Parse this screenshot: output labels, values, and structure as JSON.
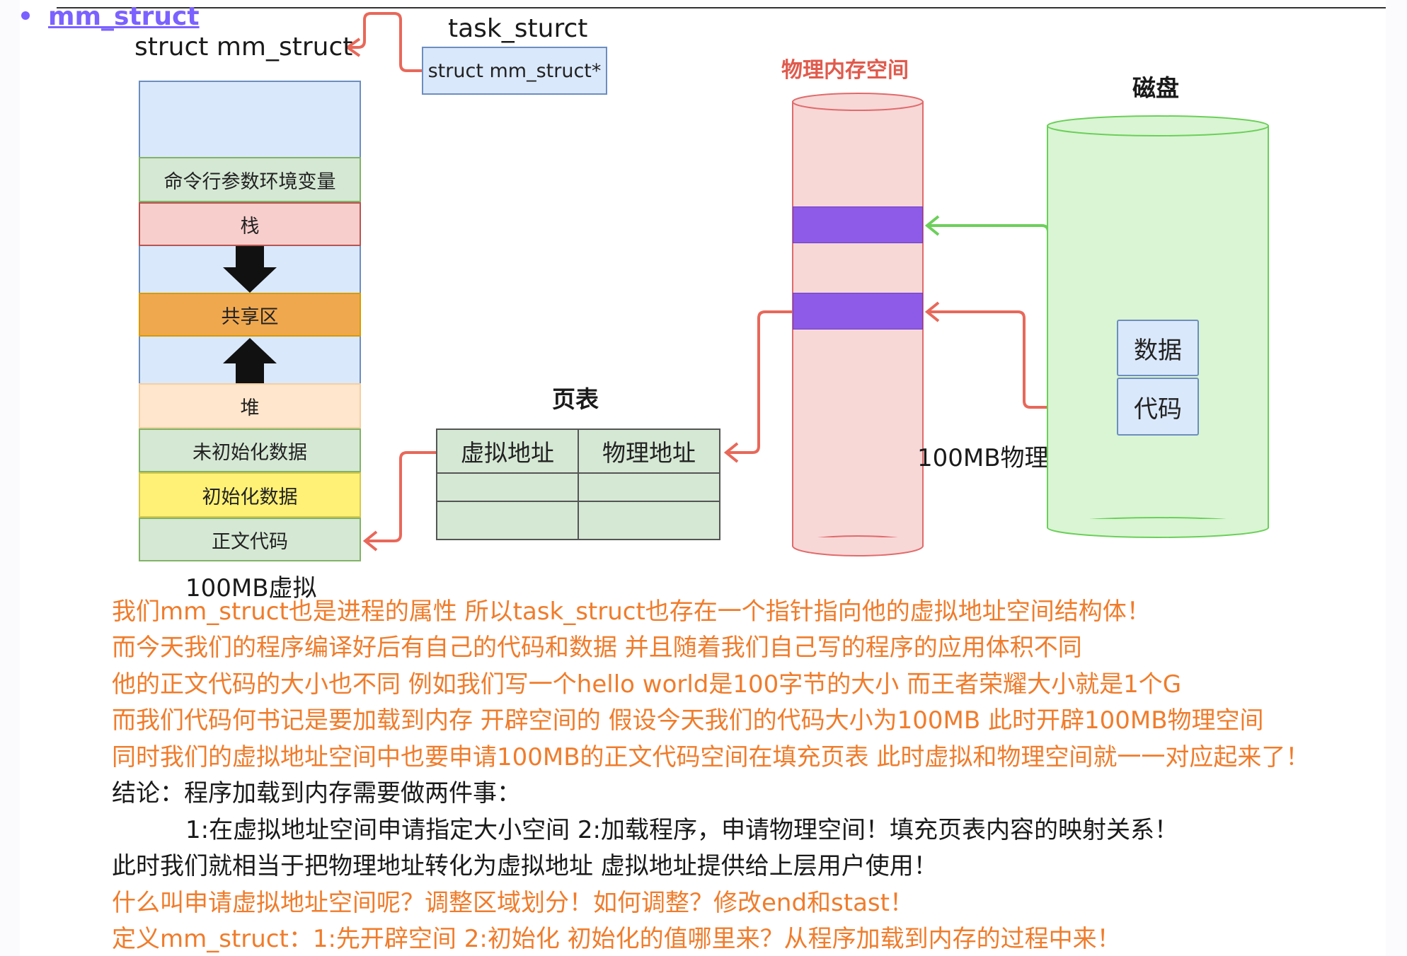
{
  "heading": {
    "link_text": "mm_struct"
  },
  "mm_struct": {
    "title": "struct mm_struct",
    "caption": "100MB虚拟",
    "regions": [
      "命令行参数环境变量",
      "栈",
      "共享区",
      "堆",
      "未初始化数据",
      "初始化数据",
      "正文代码"
    ]
  },
  "task_struct": {
    "title": "task_sturct",
    "field": "struct mm_struct*"
  },
  "page_table": {
    "title": "页表",
    "headers": [
      "虚拟地址",
      "物理地址"
    ]
  },
  "physical_memory": {
    "title": "物理内存空间",
    "caption": "100MB物理"
  },
  "disk": {
    "title": "磁盘",
    "items": [
      "数据",
      "代码"
    ]
  },
  "notes": [
    "我们mm_struct也是进程的属性 所以task_struct也存在一个指针指向他的虚拟地址空间结构体！",
    "而今天我们的程序编译好后有自己的代码和数据 并且随着我们自己写的程序的应用体积不同",
    "他的正文代码的大小也不同 例如我们写一个hello world是100字节的大小 而王者荣耀大小就是1个G",
    "而我们代码何书记是要加载到内存 开辟空间的 假设今天我们的代码大小为100MB 此时开辟100MB物理空间",
    "同时我们的虚拟地址空间中也要申请100MB的正文代码空间在填充页表 此时虚拟和物理空间就一一对应起来了！",
    "结论：程序加载到内存需要做两件事：",
    "1:在虚拟地址空间申请指定大小空间 2:加载程序，申请物理空间！填充页表内容的映射关系！",
    "此时我们就相当于把物理地址转化为虚拟地址 虚拟地址提供给上层用户使用！",
    "什么叫申请虚拟地址空间呢？调整区域划分！如何调整？修改end和stast！",
    "定义mm_struct：1:先开辟空间 2:初始化 初始化的值哪里来？从程序加载到内存的过程中来！"
  ],
  "colors": {
    "heading": "#7b61ff",
    "note_orange": "#f07c2b",
    "note_black": "#1a1a1a",
    "mm_background": "#dae8fc",
    "green_fill": "#d5e8d4",
    "stack_fill": "#f8cecc",
    "shared_fill": "#f0a84f",
    "heap_fill": "#ffe6cc",
    "data_fill": "#fff176",
    "memory_fill": "#f8d7d7",
    "memory_title": "#e05a4d",
    "memory_segment": "#8e5ae8",
    "arrow_red": "#e8685a",
    "arrow_green": "#6ccf5a",
    "disk_fill": "#d9f5d3"
  }
}
